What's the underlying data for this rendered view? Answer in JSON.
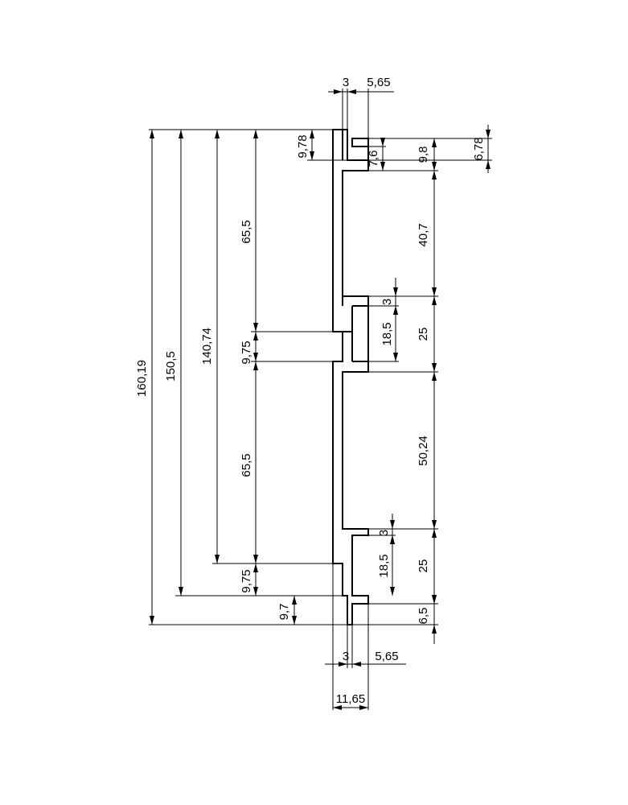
{
  "drawing": {
    "stroke_color": "#000000",
    "background": "#ffffff"
  },
  "dimensions": {
    "top_web_thickness": "3",
    "top_flange_width": "5,65",
    "top_step_height": "9,78",
    "top_slot_height": "7,6",
    "top_right_step": "9,8",
    "top_right_offset": "6,78",
    "upper_span": "65,5",
    "right_upper_gap": "40,7",
    "upper_tooth_offset": "3",
    "upper_tooth_height": "18,5",
    "upper_tooth_pitch": "25",
    "upper_land": "9,75",
    "lower_span": "65,5",
    "right_lower_gap": "50,24",
    "lower_tooth_offset": "3",
    "lower_tooth_height": "18,5",
    "lower_tooth_pitch": "25",
    "lower_land": "9,75",
    "bottom_step": "9,7",
    "bottom_right_step": "6,5",
    "overall_160": "160,19",
    "overall_150": "150,5",
    "overall_140": "140,74",
    "bottom_web_thickness": "3",
    "bottom_flange_width": "5,65",
    "total_width": "11,65"
  }
}
